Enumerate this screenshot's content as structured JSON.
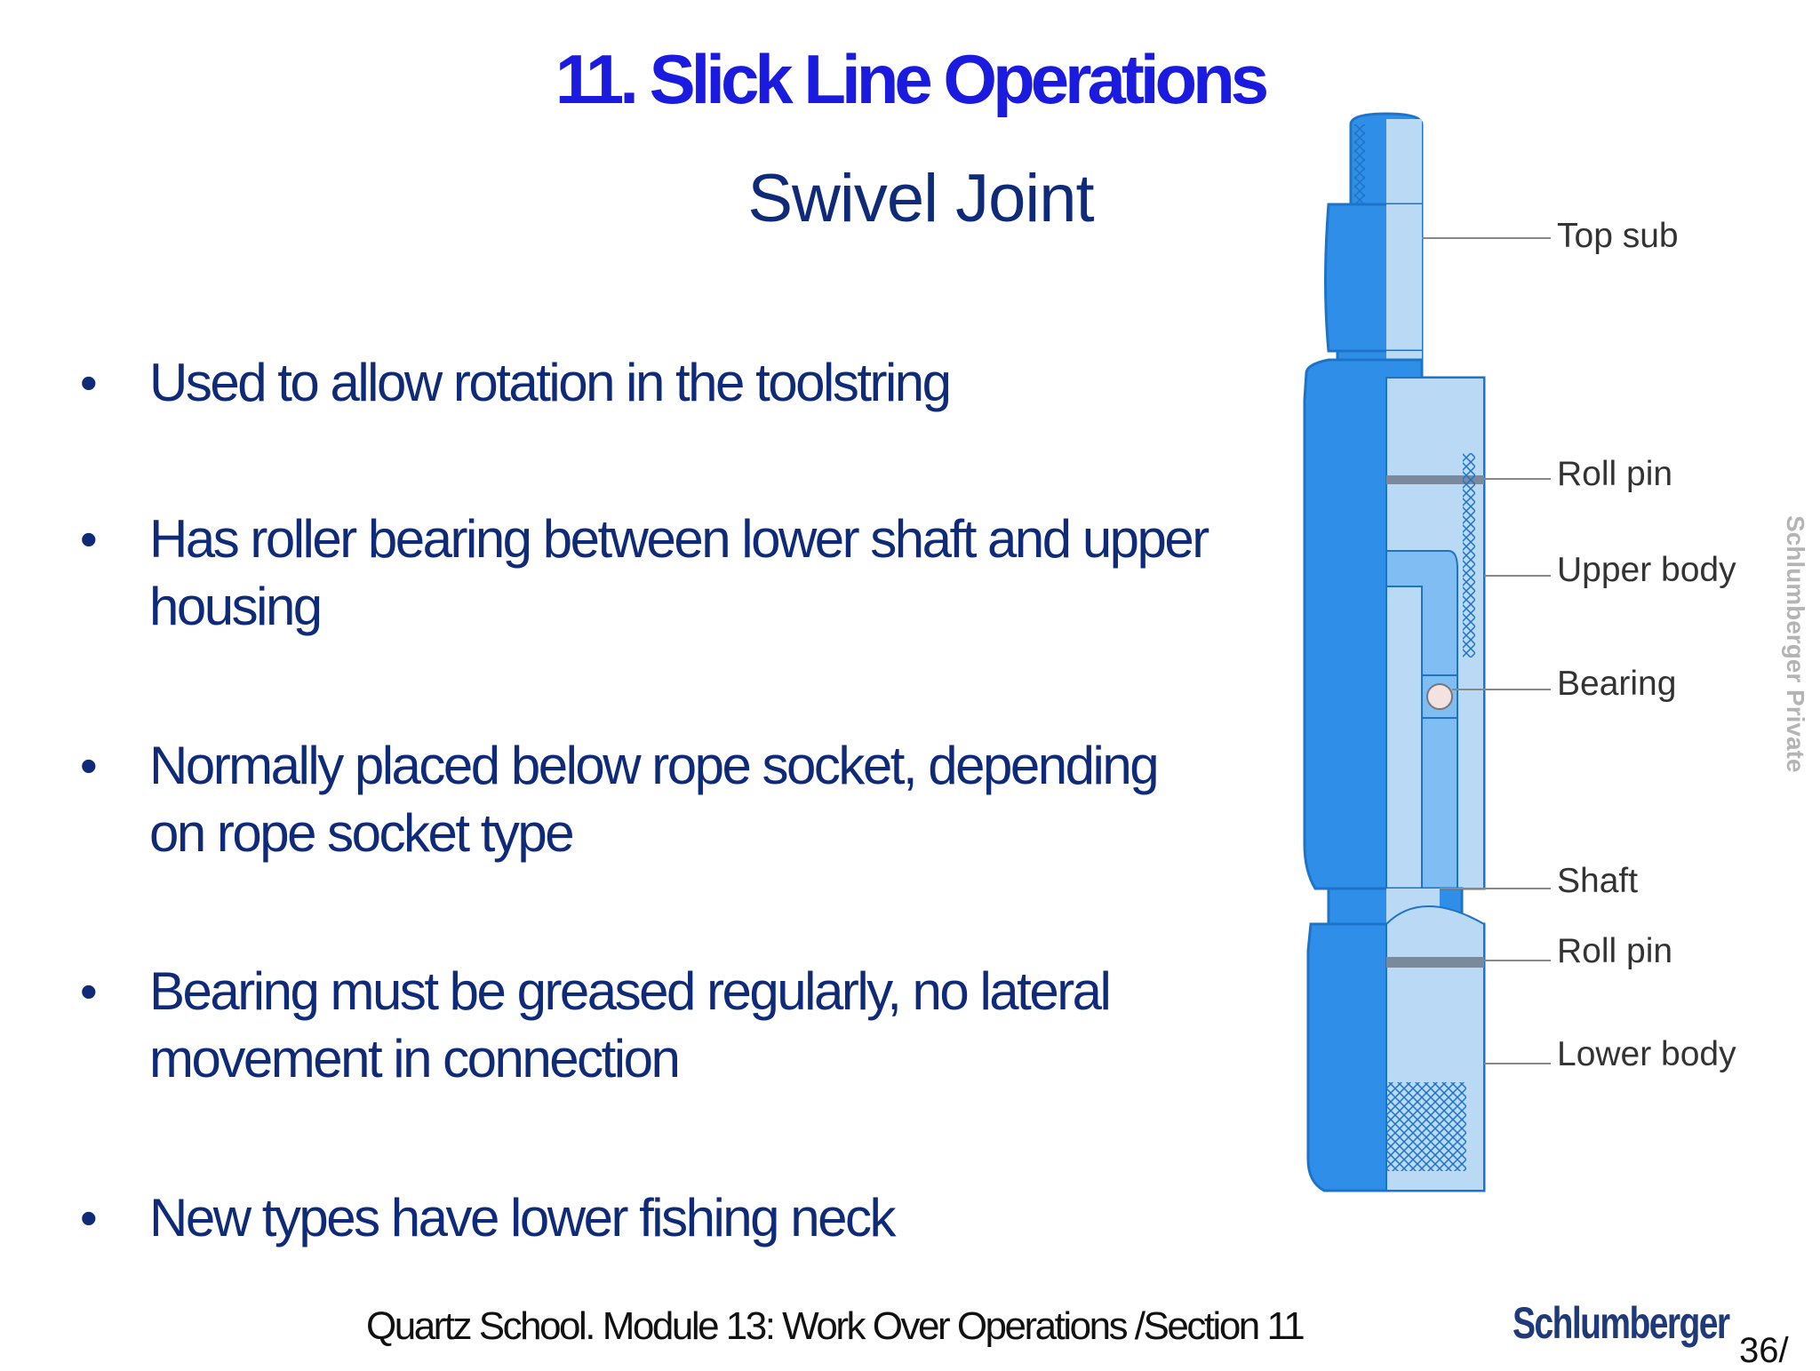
{
  "slide": {
    "title": "11. Slick Line Operations",
    "subtitle": "Swivel Joint",
    "bullet_symbol": "•",
    "bullets": [
      "Used to allow rotation in the toolstring",
      "Has roller bearing between lower shaft and upper housing",
      "Normally placed below rope socket, depending on rope socket type",
      "Bearing must be greased regularly, no lateral movement in connection",
      "New types have lower fishing neck"
    ]
  },
  "diagram": {
    "labels": {
      "top_sub": "Top sub",
      "roll_pin_upper": "Roll pin",
      "upper_body": "Upper body",
      "bearing": "Bearing",
      "shaft": "Shaft",
      "roll_pin_lower": "Roll pin",
      "lower_body": "Lower body"
    }
  },
  "watermark": "Schlumberger Private",
  "footer": {
    "course": "Quartz School.  Module 13: Work Over Operations /Section 11",
    "logo": "Schlumberger",
    "page": "36/"
  },
  "colors": {
    "title": "#1b1be0",
    "body_text": "#0e2a78",
    "tool_dark": "#2f8fe8",
    "tool_light": "#b9d9f5",
    "tool_outline": "#1d73c7",
    "logo": "#1f3a7a"
  }
}
